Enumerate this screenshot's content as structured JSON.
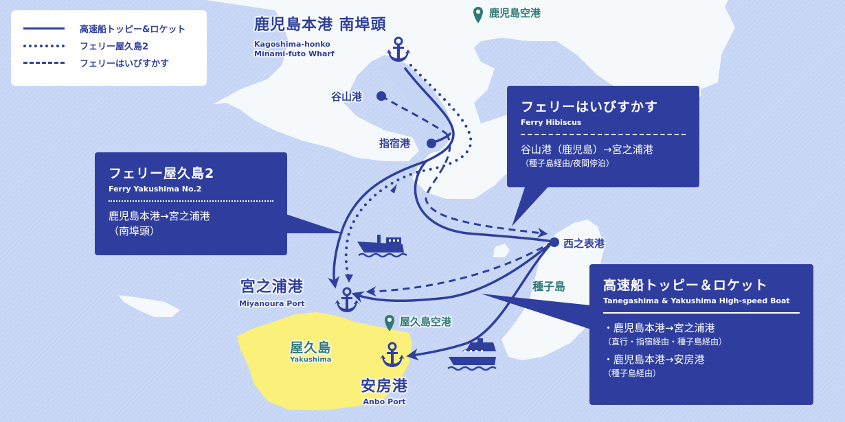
{
  "colors": {
    "sea": "#c6d5f5",
    "land": "#f5f9fc",
    "route": "#2e3f9e",
    "info_box": "#2f3e9e",
    "yakushima_island": "#faf07a",
    "airport": "#2f7a78"
  },
  "legend": {
    "items": [
      {
        "style": "solid",
        "label": "高速船トッピー&ロケット"
      },
      {
        "style": "dotted",
        "label": "フェリー屋久島2"
      },
      {
        "style": "dashed",
        "label": "フェリーはいびすかす"
      }
    ]
  },
  "ports": {
    "kagoshima": {
      "name": "鹿児島本港 南埠頭",
      "en_line1": "Kagoshima-honko",
      "en_line2": "Minami-futo Wharf",
      "icon": "anchor-icon"
    },
    "taniyama": {
      "name": "谷山港",
      "icon": "dot-icon"
    },
    "ibusuki": {
      "name": "指宿港",
      "icon": "dot-icon"
    },
    "nishinoomote": {
      "name": "西之表港",
      "icon": "dot-icon"
    },
    "miyanoura": {
      "name": "宮之浦港",
      "en": "Miyanoura Port",
      "icon": "anchor-icon"
    },
    "anbo": {
      "name": "安房港",
      "en": "Anbo Port",
      "icon": "anchor-icon"
    }
  },
  "airports": {
    "kagoshima": {
      "name": "鹿児島空港",
      "icon": "location-pin-icon"
    },
    "yakushima": {
      "name": "屋久島空港",
      "icon": "location-pin-icon"
    }
  },
  "islands": {
    "yakushima": {
      "name": "屋久島",
      "en": "Yakushima"
    },
    "tanegashima": {
      "name": "種子島"
    }
  },
  "info_boxes": {
    "ferry_yakushima2": {
      "title": "フェリー屋久島2",
      "subtitle": "Ferry Yakushima No.2",
      "separator": "dotted",
      "route": "鹿児島本港→宮之浦港",
      "note": "（南埠頭）"
    },
    "ferry_hibiscus": {
      "title": "フェリーはいびすかす",
      "subtitle": "Ferry Hibiscus",
      "separator": "dashed",
      "route": "谷山港（鹿児島）→宮之浦港",
      "note": "（種子島経由/夜間停泊）"
    },
    "highspeed": {
      "title": "高速船トッピー＆ロケット",
      "subtitle": "Tanegashima & Yakushima High-speed Boat",
      "separator": "solid",
      "routes": [
        {
          "route": "・鹿児島本港→宮之浦港",
          "note": "（直行・指宿経由・種子島経由）"
        },
        {
          "route": "・鹿児島本港→安房港",
          "note": "（種子島経由）"
        }
      ]
    }
  },
  "icons": {
    "ferry": "ferry-ship-icon",
    "highspeed": "cruise-ship-icon"
  }
}
